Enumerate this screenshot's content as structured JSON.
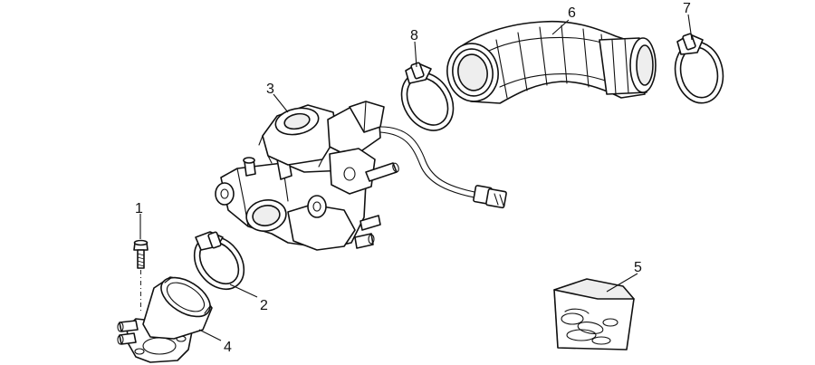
{
  "callouts": {
    "c1": "1",
    "c2": "2",
    "c3": "3",
    "c4": "4",
    "c5": "5",
    "c6": "6",
    "c7": "7",
    "c8": "8"
  },
  "colors": {
    "line": "#111111",
    "background": "#ffffff",
    "shade": "#eeeeee"
  }
}
